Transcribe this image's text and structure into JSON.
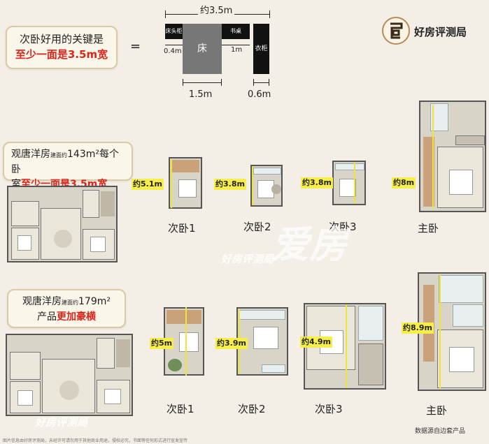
{
  "callout_top": {
    "line1": "次卧好用的关键是",
    "line2": "至少一面是3.5m宽"
  },
  "equals": "=",
  "diagram": {
    "total_width": "约3.5m",
    "bedside_label": "床头柜",
    "bed_label": "床",
    "desk_label": "书桌",
    "wardrobe_label": "衣柜",
    "dim_left": "0.4m",
    "dim_desk": "1m",
    "dim_bed": "1.5m",
    "dim_wardrobe": "0.6m"
  },
  "brand": {
    "name": "好房评测局"
  },
  "callout_mid": {
    "part1": "观唐洋房",
    "small": "建面约",
    "part2": "143m²每个卧",
    "part3": "室",
    "part4": "至少一面是3.5m宽"
  },
  "row1": [
    {
      "name": "次卧1",
      "measure": "约5.1m"
    },
    {
      "name": "次卧2",
      "measure": "约3.8m"
    },
    {
      "name": "次卧3",
      "measure": "约3.8m"
    },
    {
      "name": "主卧",
      "measure": "约8m"
    }
  ],
  "callout_bot": {
    "part1": "观唐洋房",
    "small": "建面约",
    "part2": "179m²",
    "part3": "产品",
    "part4": "更加豪横"
  },
  "row2": [
    {
      "name": "次卧1",
      "measure": "约5m"
    },
    {
      "name": "次卧2",
      "measure": "约3.9m"
    },
    {
      "name": "次卧3",
      "measure": "约4.9m"
    },
    {
      "name": "主卧",
      "measure": "约8.9m"
    }
  ],
  "watermarks": {
    "big": "爱房",
    "mid": "好房评测局",
    "bottom": "好房评测局"
  },
  "footnote_left": "图片信息由好房评测局，未经许可请勿用于其他商业用途，侵权必究，书面等任何形式进行宣发宣传",
  "footnote_right": "数据源自边套产品",
  "colors": {
    "accent_red": "#d8261c",
    "highlight_yellow": "#f7ee47",
    "paper": "#f3efe6"
  }
}
